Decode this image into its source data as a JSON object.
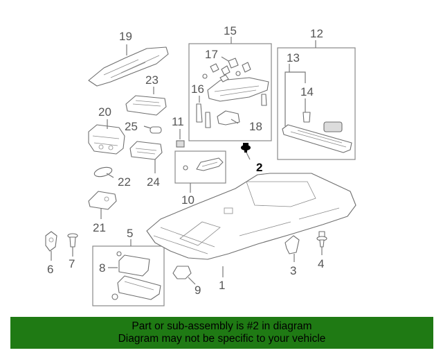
{
  "diagram": {
    "callouts": {
      "c1": "1",
      "c2": "2",
      "c3": "3",
      "c4": "4",
      "c5": "5",
      "c6": "6",
      "c7": "7",
      "c8": "8",
      "c9": "9",
      "c10": "10",
      "c11": "11",
      "c12": "12",
      "c13": "13",
      "c14": "14",
      "c15": "15",
      "c16": "16",
      "c17": "17",
      "c18": "18",
      "c19": "19",
      "c20": "20",
      "c21": "21",
      "c22": "22",
      "c23": "23",
      "c24": "24",
      "c25": "25"
    },
    "highlighted_part": "2",
    "highlight_color": "#000000"
  },
  "banner": {
    "line1": "Part or sub-assembly is #2 in diagram",
    "line2": "Diagram may not be specific to your vehicle",
    "background": "#1f7a14"
  }
}
